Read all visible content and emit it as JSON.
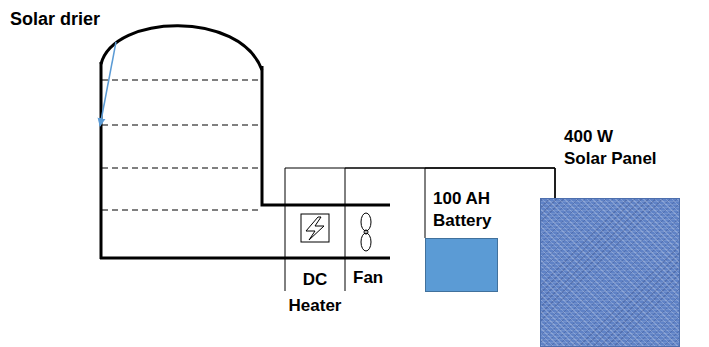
{
  "diagram": {
    "nodes": [
      {
        "text": [
          "Solar drier"
        ]
      },
      {
        "text": [
          "DC Heater"
        ],
        "in": 0
      },
      {
        "text": [
          "Fan"
        ],
        "in": 0
      },
      {
        "text": [
          "100 AH Battery"
        ]
      },
      {
        "text": [
          "400 W Solar Panel"
        ]
      }
    ],
    "edges": [
      {
        "from": 4,
        "to": 3,
        "arrow": "none"
      },
      {
        "from": 4,
        "to": 2,
        "arrow": "none"
      },
      {
        "from": 4,
        "to": 1,
        "arrow": "none"
      }
    ]
  }
}
